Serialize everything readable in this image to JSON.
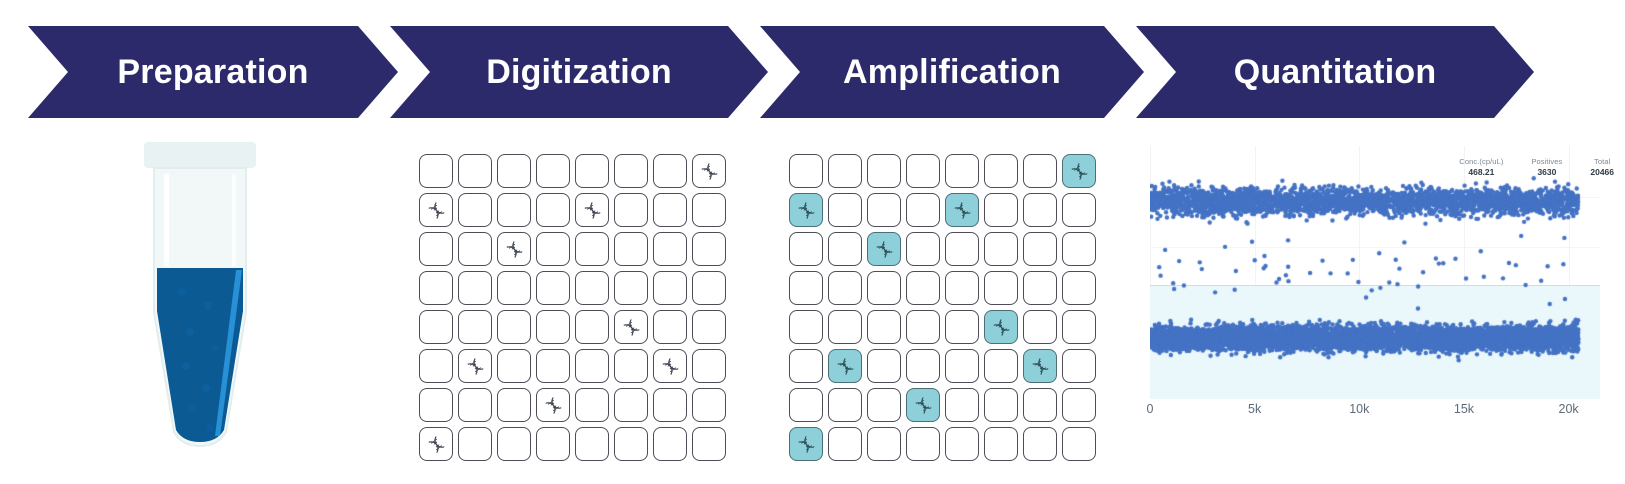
{
  "banner": {
    "steps": [
      {
        "label": "Preparation"
      },
      {
        "label": "Digitization"
      },
      {
        "label": "Amplification"
      },
      {
        "label": "Quantitation"
      }
    ],
    "color": "#2C2A6B",
    "text_color": "#FFFFFF"
  },
  "preparation": {
    "icon": "microcentrifuge-tube",
    "cap_color": "#E8F2F2",
    "body_color": "#F2F8F8",
    "liquid_color": "#0B5A94"
  },
  "digitization": {
    "rows": 8,
    "cols": 8,
    "cell_icon": "dna-helix-icon",
    "dna_cells": [
      [
        1,
        8
      ],
      [
        2,
        1
      ],
      [
        2,
        5
      ],
      [
        3,
        3
      ],
      [
        5,
        6
      ],
      [
        6,
        2
      ],
      [
        6,
        7
      ],
      [
        7,
        4
      ],
      [
        8,
        1
      ]
    ],
    "cell_border_color": "#4D4D57",
    "cell_fill_color": "#FFFFFF"
  },
  "amplification": {
    "rows": 8,
    "cols": 8,
    "cell_icon": "dna-helix-icon",
    "dna_cells": [
      [
        1,
        8
      ],
      [
        2,
        1
      ],
      [
        2,
        5
      ],
      [
        3,
        3
      ],
      [
        5,
        6
      ],
      [
        6,
        2
      ],
      [
        6,
        7
      ],
      [
        7,
        4
      ],
      [
        8,
        1
      ]
    ],
    "positive_fill_color": "#8ED0DA",
    "cell_border_color": "#4D4D57"
  },
  "quantitation": {
    "stats": [
      {
        "label": "Conc.(cp/uL)",
        "value": "468.21"
      },
      {
        "label": "Positives",
        "value": "3630"
      },
      {
        "label": "Total",
        "value": "20466"
      }
    ]
  },
  "chart_data": {
    "type": "scatter",
    "title": "",
    "xlabel": "",
    "ylabel": "",
    "xlim": [
      0,
      21500
    ],
    "ylim": [
      0,
      100
    ],
    "xticks": [
      0,
      5000,
      10000,
      15000,
      20000
    ],
    "xticklabels": [
      "0",
      "5k",
      "10k",
      "15k",
      "20k"
    ],
    "grid": true,
    "legend": null,
    "point_color": "#4472C4",
    "point_size": 2.2,
    "negative_band": {
      "color": "#EAF8FC",
      "y_range": [
        0,
        45
      ],
      "label": "negative-region"
    },
    "series": [
      {
        "name": "positives",
        "n_points": 3630,
        "x_range": [
          0,
          20466
        ],
        "y_mean": 78,
        "y_sd": 4.5,
        "description": "Dense upper cluster of positive droplets"
      },
      {
        "name": "negatives",
        "n_points": 16836,
        "x_range": [
          0,
          20466
        ],
        "y_mean": 24,
        "y_sd": 4.0,
        "description": "Dense lower cluster of negative droplets inside shaded band"
      },
      {
        "name": "rain",
        "n_points": 60,
        "x_range": [
          0,
          20466
        ],
        "y_mean": 50,
        "y_sd": 11,
        "description": "Sparse intermediate droplets between clusters"
      }
    ],
    "total_events": 20466,
    "positives": 3630,
    "concentration_cp_per_ul": 468.21
  }
}
